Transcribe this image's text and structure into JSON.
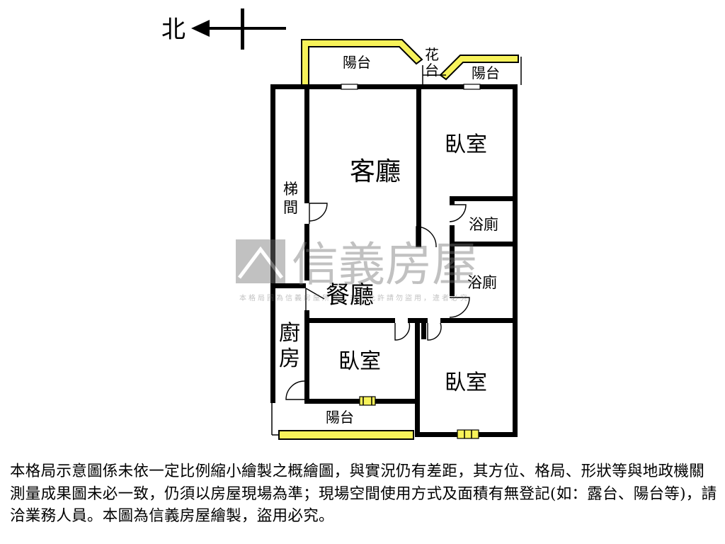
{
  "compass": {
    "label": "北"
  },
  "rooms": {
    "living": "客廳",
    "dining": "餐廳",
    "bedroom_ne": "臥室",
    "bedroom_mid": "臥室",
    "bedroom_se": "臥室",
    "bath_1": "浴廁",
    "bath_2": "浴廁",
    "stairs_1": "梯",
    "stairs_2": "間",
    "kitchen_1": "廚",
    "kitchen_2": "房",
    "balcony_top": "陽台",
    "balcony_right": "陽台",
    "balcony_bottom": "陽台",
    "planter_1": "花",
    "planter_2": "台"
  },
  "watermark": {
    "brand": "信義房屋",
    "notice": "本格局圖為信義房屋所有，未經允許請勿盜用，違者必究"
  },
  "disclaimer": "本格局示意圖係未依一定比例縮小繪製之概繪圖，與實況仍有差距，其方位、格局、形狀等與地政機關測量成果圖未必一致，仍須以房屋現場為準；現場空間使用方式及面積有無登記(如：露台、陽台等)，請洽業務人員。本圖為信義房屋繪製，盜用必究。",
  "colors": {
    "wall": "#000000",
    "balcony_rail": "#f7f25a",
    "watermark": "#9a9a9a"
  }
}
